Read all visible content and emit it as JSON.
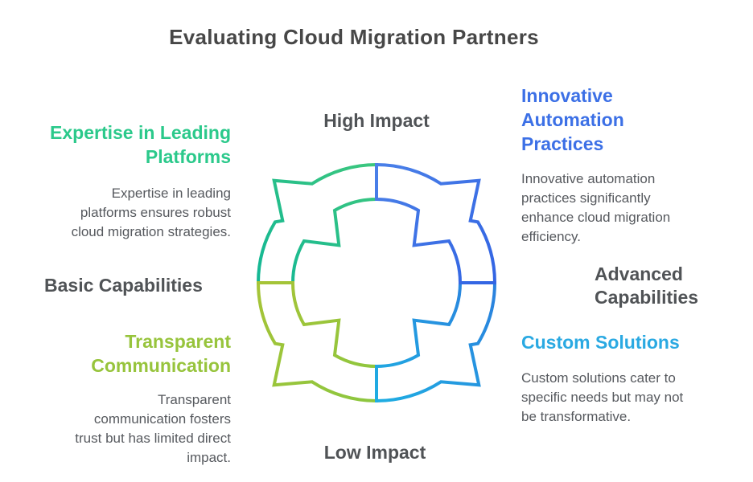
{
  "title": "Evaluating Cloud Migration Partners",
  "axes": {
    "top": "High Impact",
    "bottom": "Low Impact",
    "left": "Basic Capabilities",
    "right_lines": [
      "Advanced",
      "Capabilities"
    ]
  },
  "quadrants": [
    {
      "id": "expertise-in-leading-platforms",
      "heading_lines": [
        "Expertise in Leading",
        "Platforms"
      ],
      "heading_color": "#2bc98b",
      "description_lines": [
        "Expertise in leading",
        "platforms ensures robust",
        "cloud migration strategies."
      ]
    },
    {
      "id": "innovative-automation-practices",
      "heading_lines": [
        "Innovative",
        "Automation",
        "Practices"
      ],
      "heading_color": "#3c70e6",
      "description_lines": [
        "Innovative automation",
        "practices significantly",
        "enhance cloud migration",
        "efficiency."
      ]
    },
    {
      "id": "transparent-communication",
      "heading_lines": [
        "Transparent",
        "Communication"
      ],
      "heading_color": "#97c43c",
      "description_lines": [
        "Transparent",
        "communication fosters",
        "trust but has limited direct",
        "impact."
      ]
    },
    {
      "id": "custom-solutions",
      "heading_lines": [
        "Custom Solutions"
      ],
      "heading_color": "#2aa9e2",
      "description_lines": [
        "Custom solutions cater to",
        "specific needs but may not",
        "be transformative."
      ]
    }
  ],
  "diagram": {
    "type": "four-arrow-cycle",
    "gradients": {
      "nw": [
        "#3cc77e",
        "#13b795"
      ],
      "ne": [
        "#4a80e8",
        "#3264e3"
      ],
      "se": [
        "#2b80de",
        "#1fade2"
      ],
      "sw": [
        "#a6c437",
        "#8cc63f"
      ]
    }
  },
  "colors": {
    "title": "#474747",
    "axis_label": "#505356",
    "description": "#56595e",
    "background": "#ffffff"
  }
}
